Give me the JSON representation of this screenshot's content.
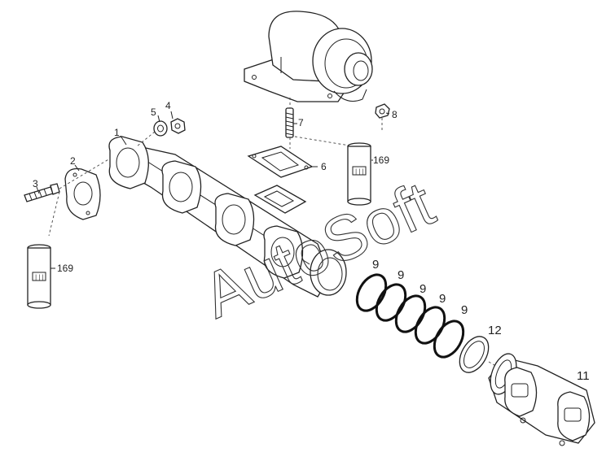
{
  "labels": {
    "p1": "1",
    "p2": "2",
    "p3": "3",
    "p4": "4",
    "p5": "5",
    "p6": "6",
    "p7": "7",
    "p8": "8",
    "p9": "9",
    "p11": "11",
    "p12": "12",
    "p169": "169"
  },
  "watermark": "AutoSoft"
}
